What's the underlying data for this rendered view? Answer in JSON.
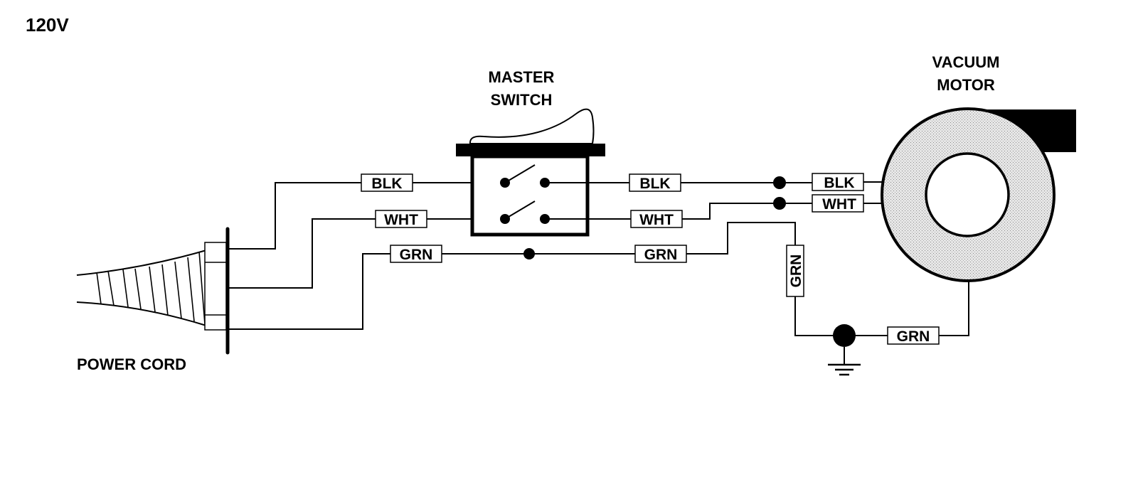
{
  "diagram": {
    "voltage": "120V",
    "components": {
      "power_cord": "POWER CORD",
      "master_switch_line1": "MASTER",
      "master_switch_line2": "SWITCH",
      "vacuum_motor_line1": "VACUUM",
      "vacuum_motor_line2": "MOTOR"
    },
    "wire_tags": {
      "cord_to_switch_black": "BLK",
      "cord_to_switch_white": "WHT",
      "cord_ground": "GRN",
      "switch_to_motor_black": "BLK",
      "switch_to_motor_white": "WHT",
      "ground_to_chassis": "GRN",
      "motor_black": "BLK",
      "motor_white": "WHT",
      "ground_vertical": "GRN",
      "motor_ground": "GRN"
    },
    "colors": {
      "ink": "#000000",
      "motor_fill": "#d9d9d9",
      "background": "#ffffff"
    }
  }
}
